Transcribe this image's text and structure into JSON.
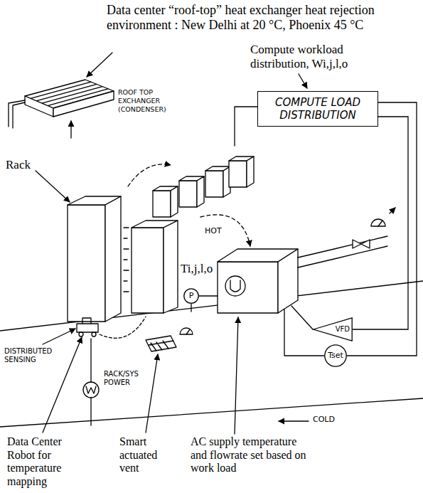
{
  "diagram": {
    "nodes": [
      {
        "text": [
          "COMPUTE LOAD DISTRIBUTION"
        ]
      },
      {
        "text": [
          "P"
        ]
      },
      {
        "text": [
          "VFD"
        ]
      },
      {
        "text": [
          "Tset"
        ]
      }
    ],
    "edges": [
      {
        "from": 0,
        "to": 2,
        "arrow": "none"
      },
      {
        "from": 0,
        "to": 3,
        "arrow": "none"
      }
    ],
    "labels": [
      "Data center “roof-top” heat exchanger heat rejection environment : New Delhi at 20 °C, Phoenix 45 °C",
      "Compute workload distribution, Wi,j,l,o",
      "Rack",
      "ROOF TOP EXCHANGER (CONDENSER)",
      "HOT",
      "Ti,j,l,o",
      "DISTRIBUTED SENSING",
      "RACK/SYS POWER",
      "COLD",
      "Data Center Robot for temperature mapping",
      "Smart actuated vent",
      "AC supply temperature and flowrate set based on work load"
    ]
  }
}
